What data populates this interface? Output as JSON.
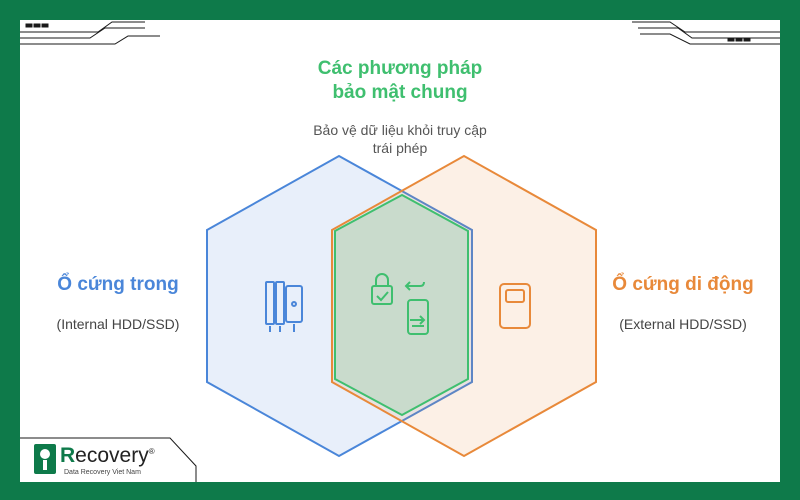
{
  "heading": {
    "title_line1": "Các phương pháp",
    "title_line2": "bảo mật chung",
    "subtitle_line1": "Bảo vệ dữ liệu khỏi truy cập",
    "subtitle_line2": "trái phép"
  },
  "left": {
    "title": "Ổ cứng trong",
    "subtitle": "(Internal HDD/SSD)",
    "icon": "server-drive-icon"
  },
  "right": {
    "title": "Ổ cứng di động",
    "subtitle": "(External HDD/SSD)",
    "icon": "portable-drive-icon"
  },
  "center": {
    "icon": "secure-sync-icon"
  },
  "logo": {
    "brand_first": "R",
    "brand_rest": "ecovery",
    "registered": "®",
    "tagline": "Data Recovery Viet Nam"
  },
  "colors": {
    "frame": "#0e7a4a",
    "title_green": "#3fbf6f",
    "left_blue": "#4a86d9",
    "right_orange": "#e8893a"
  }
}
